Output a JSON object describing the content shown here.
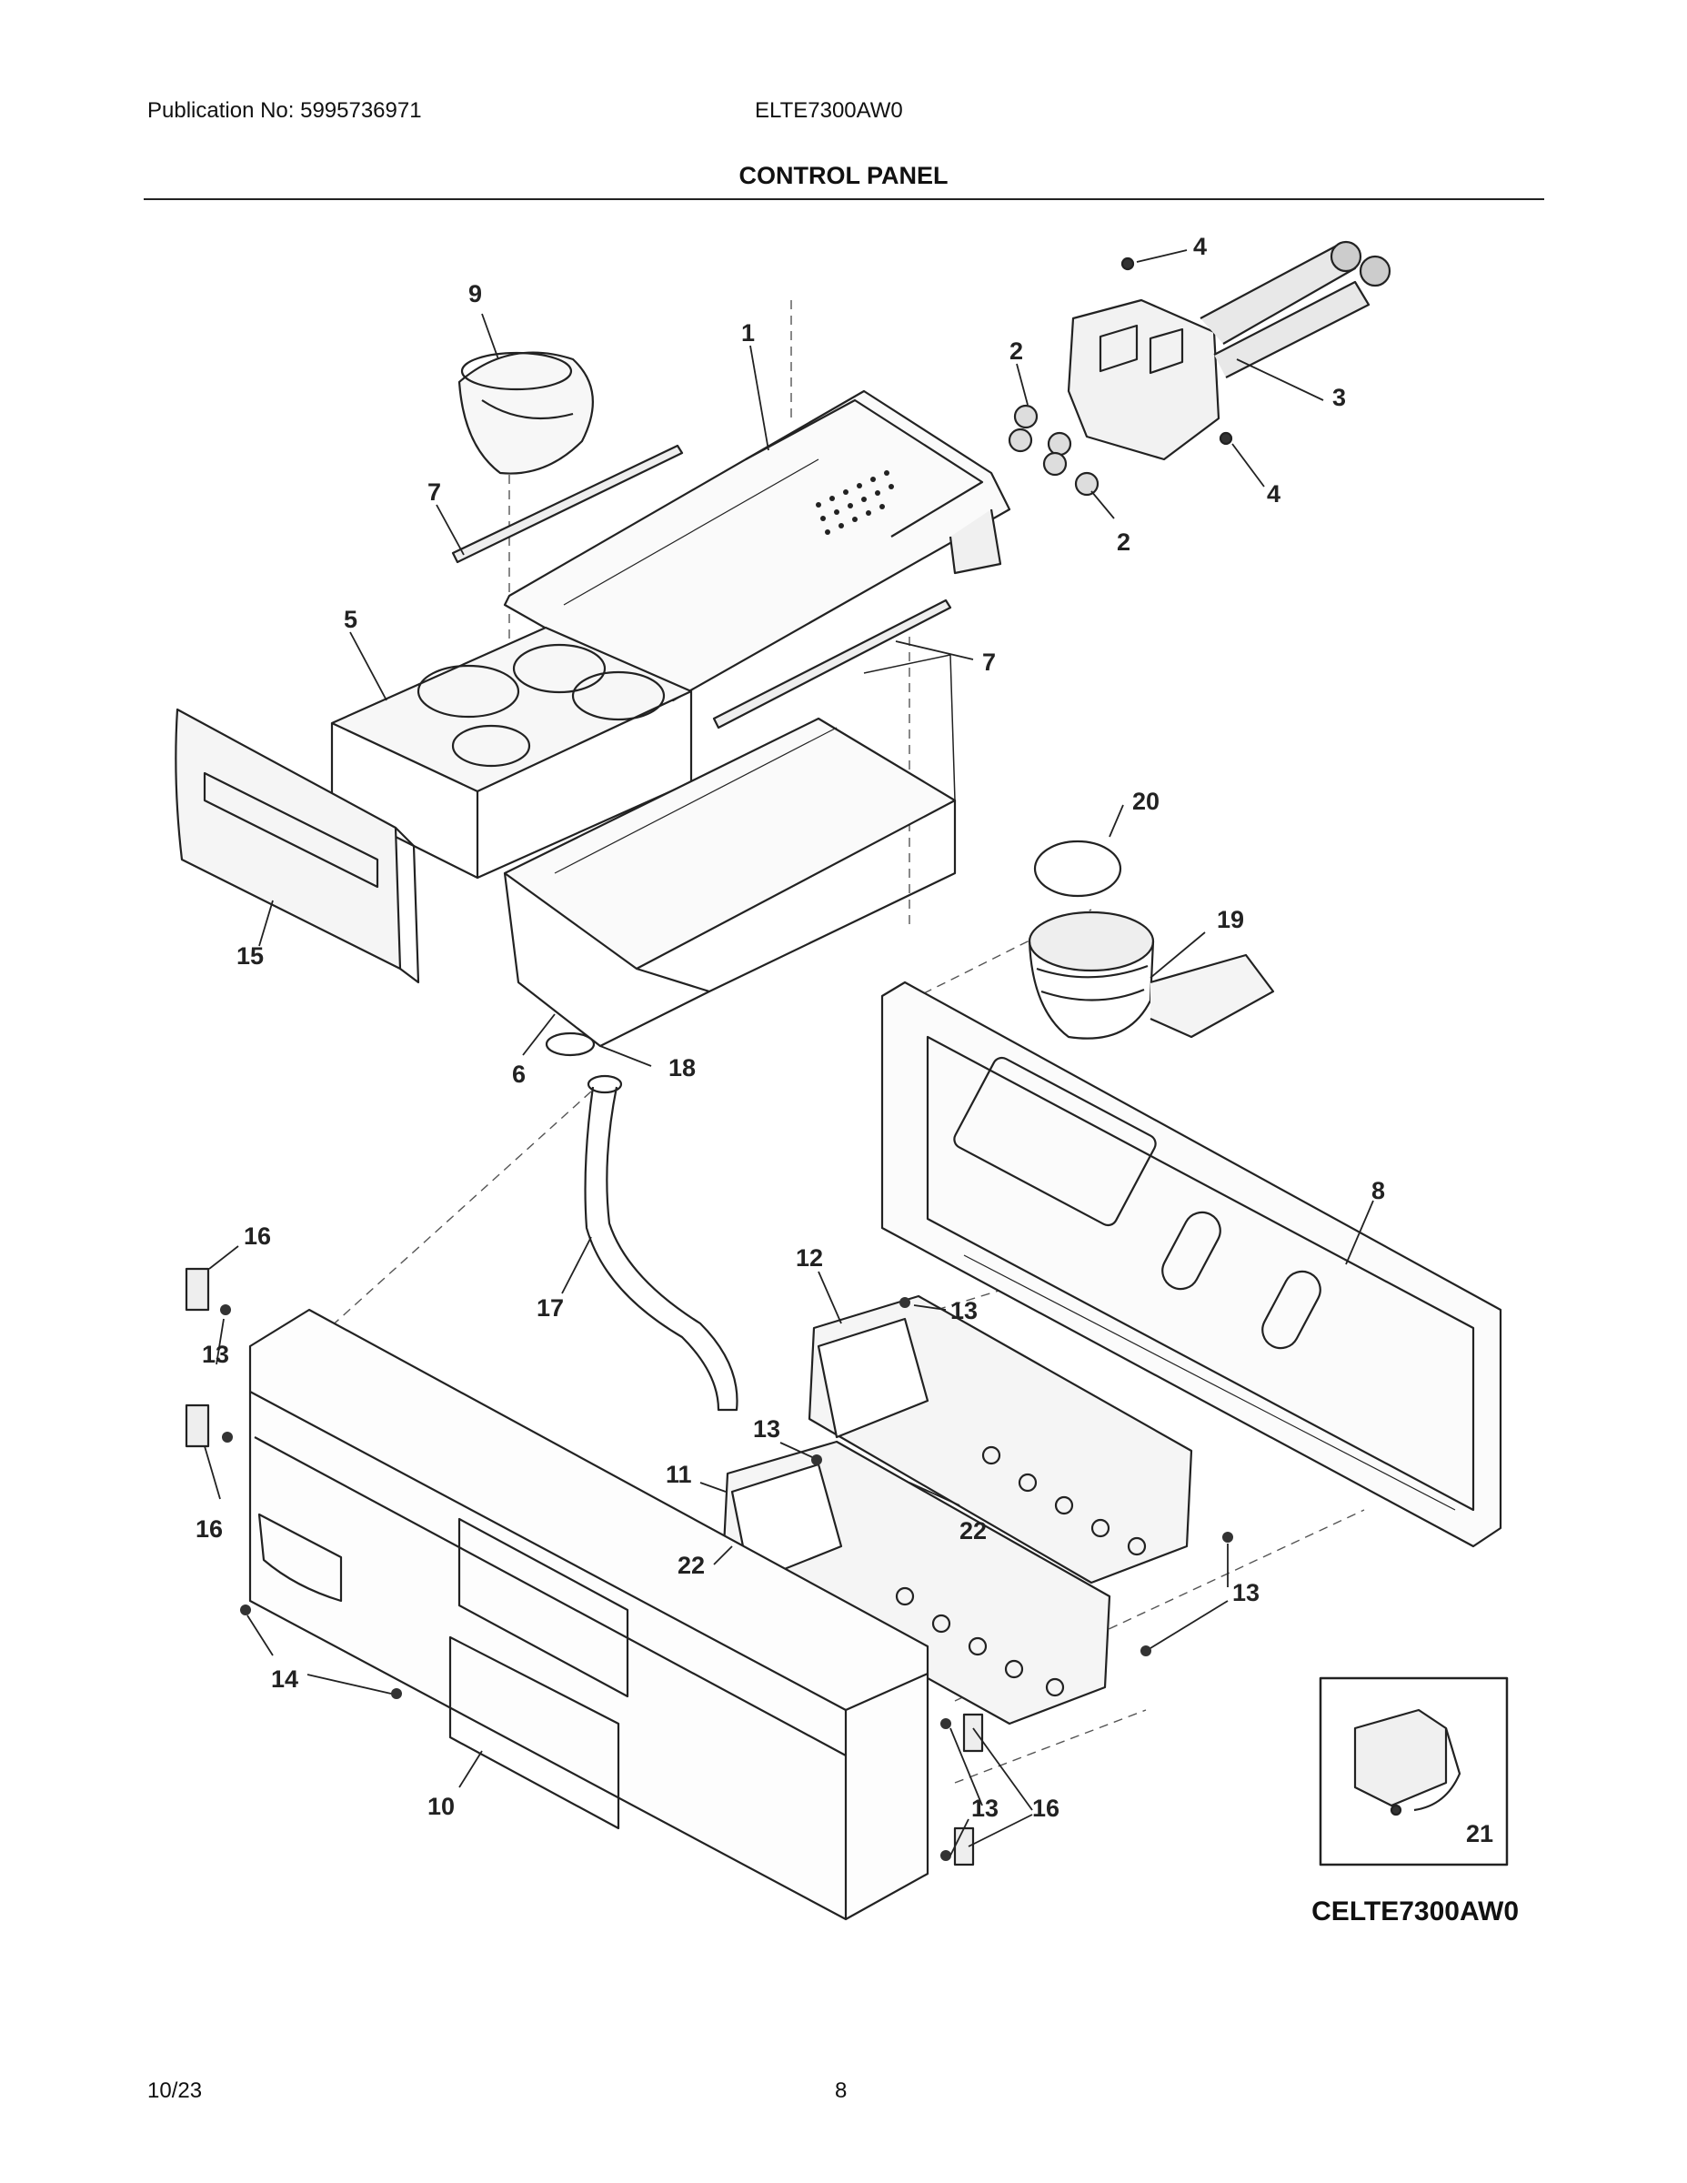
{
  "header": {
    "publication": "Publication No: 5995736971",
    "model": "ELTE7300AW0",
    "title": "CONTROL PANEL"
  },
  "callouts": [
    {
      "id": "c1",
      "label": "1"
    },
    {
      "id": "c2a",
      "label": "2"
    },
    {
      "id": "c2b",
      "label": "2"
    },
    {
      "id": "c3",
      "label": "3"
    },
    {
      "id": "c4a",
      "label": "4"
    },
    {
      "id": "c4b",
      "label": "4"
    },
    {
      "id": "c5",
      "label": "5"
    },
    {
      "id": "c6",
      "label": "6"
    },
    {
      "id": "c7a",
      "label": "7"
    },
    {
      "id": "c7b",
      "label": "7"
    },
    {
      "id": "c8",
      "label": "8"
    },
    {
      "id": "c9",
      "label": "9"
    },
    {
      "id": "c10",
      "label": "10"
    },
    {
      "id": "c11",
      "label": "11"
    },
    {
      "id": "c12",
      "label": "12"
    },
    {
      "id": "c13a",
      "label": "13"
    },
    {
      "id": "c13b",
      "label": "13"
    },
    {
      "id": "c13c",
      "label": "13"
    },
    {
      "id": "c13d",
      "label": "13"
    },
    {
      "id": "c13e",
      "label": "13"
    },
    {
      "id": "c14",
      "label": "14"
    },
    {
      "id": "c15",
      "label": "15"
    },
    {
      "id": "c16a",
      "label": "16"
    },
    {
      "id": "c16b",
      "label": "16"
    },
    {
      "id": "c16c",
      "label": "16"
    },
    {
      "id": "c17",
      "label": "17"
    },
    {
      "id": "c18",
      "label": "18"
    },
    {
      "id": "c19",
      "label": "19"
    },
    {
      "id": "c20",
      "label": "20"
    },
    {
      "id": "c21",
      "label": "21"
    },
    {
      "id": "c22a",
      "label": "22"
    },
    {
      "id": "c22b",
      "label": "22"
    }
  ],
  "diagram_ref": "CELTE7300AW0",
  "footer": {
    "date": "10/23",
    "page": "8"
  }
}
